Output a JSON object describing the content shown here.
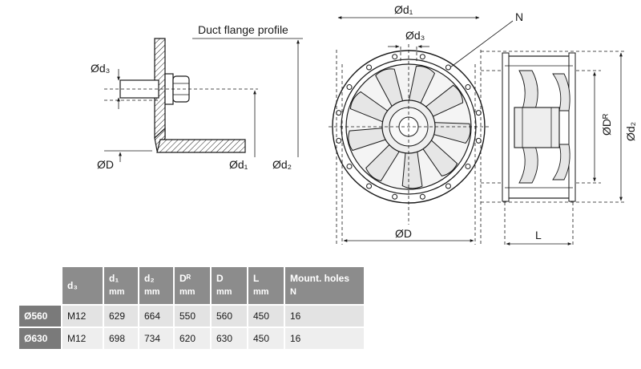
{
  "drawing": {
    "flange_title": "Duct flange profile",
    "labels": {
      "d3": "Ød₃",
      "D": "ØD",
      "d1": "Ød₁",
      "d2": "Ød₂",
      "DR": "ØDᴿ",
      "N": "N",
      "L": "L"
    }
  },
  "table": {
    "headers": [
      {
        "top": "d₃",
        "bottom": ""
      },
      {
        "top": "d₁",
        "bottom": "mm"
      },
      {
        "top": "d₂",
        "bottom": "mm"
      },
      {
        "top": "Dᴿ",
        "bottom": "mm"
      },
      {
        "top": "D",
        "bottom": "mm"
      },
      {
        "top": "L",
        "bottom": "mm"
      },
      {
        "top": "Mount. holes",
        "bottom": "N"
      }
    ],
    "rows": [
      {
        "label": "Ø560",
        "cells": [
          "M12",
          "629",
          "664",
          "550",
          "560",
          "450",
          "16"
        ]
      },
      {
        "label": "Ø630",
        "cells": [
          "M12",
          "698",
          "734",
          "620",
          "630",
          "450",
          "16"
        ]
      }
    ]
  }
}
